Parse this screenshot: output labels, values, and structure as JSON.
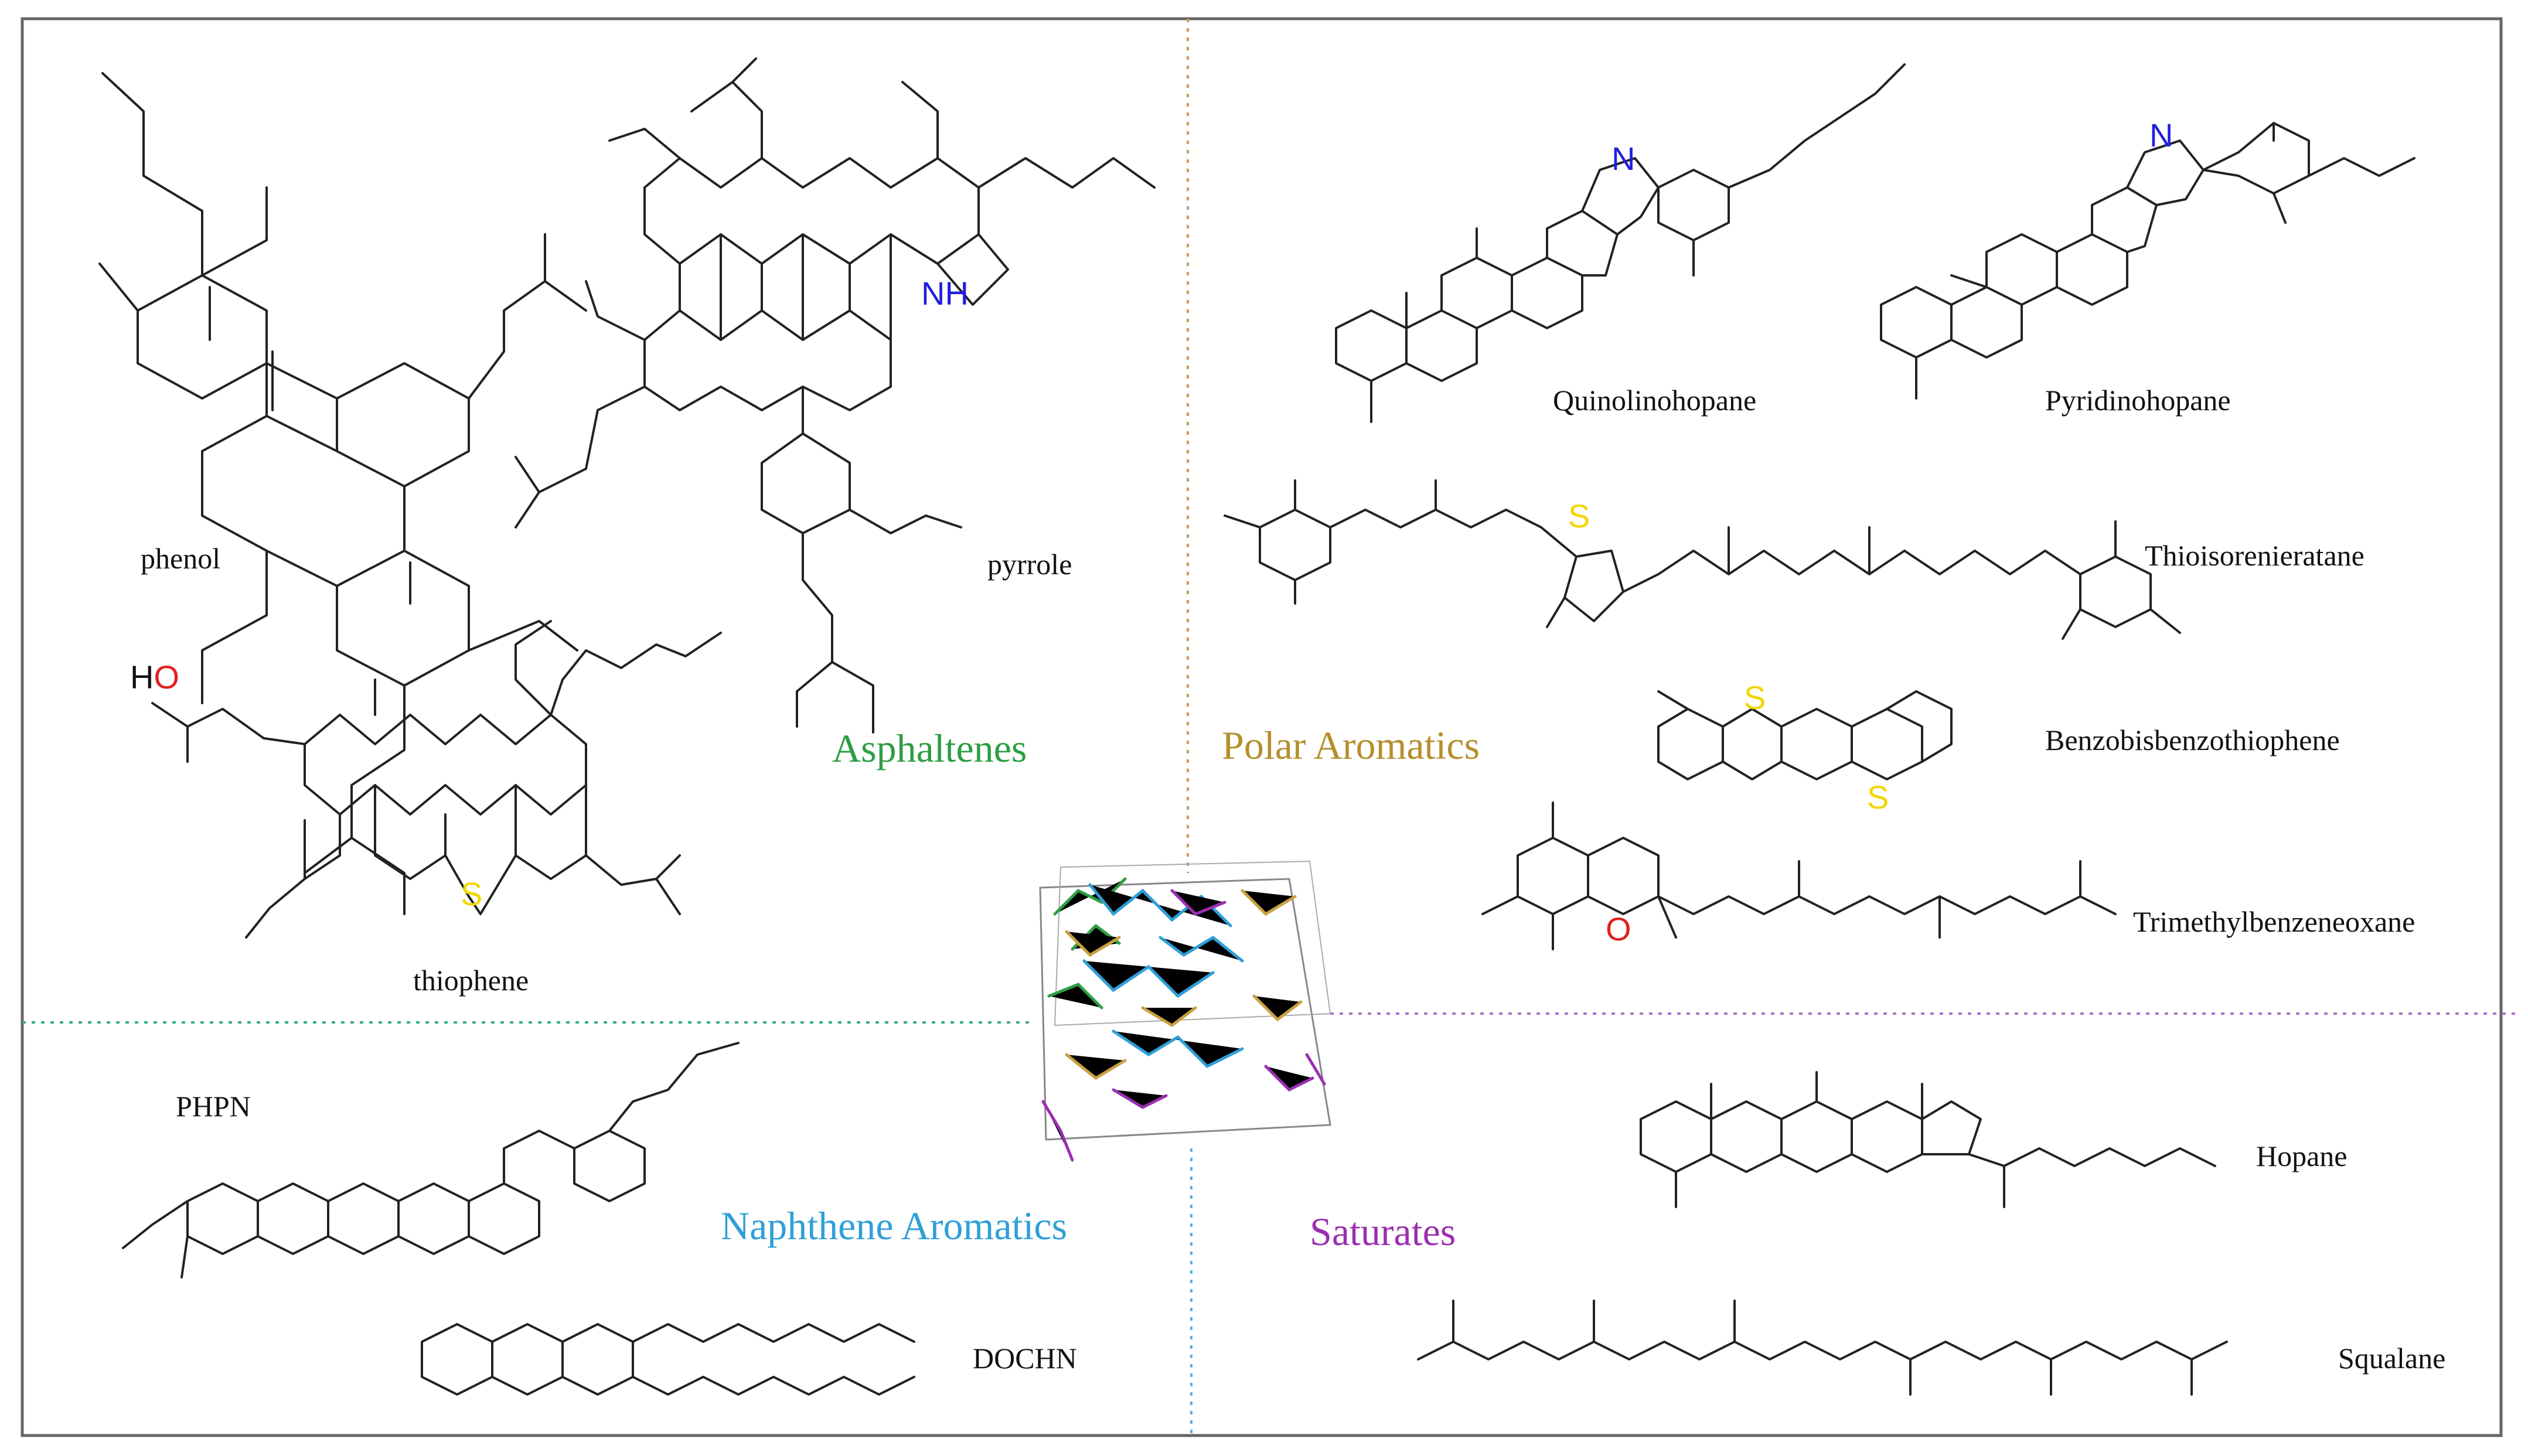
{
  "colors": {
    "asphaltenes": "#2e9e44",
    "polar_aromatics": "#b58f2c",
    "naphthene_aromatics": "#2f9fd8",
    "saturates": "#9a2fb0",
    "nitrogen": "#1f1fe0",
    "oxygen": "#e02020",
    "sulfur": "#f2d600",
    "bond": "#222222",
    "frame": "#666666"
  },
  "groups": {
    "asphaltenes": "Asphaltenes",
    "polar_aromatics": "Polar Aromatics",
    "naphthene_aromatics": "Naphthene Aromatics",
    "saturates": "Saturates"
  },
  "molecules": {
    "phenol": "phenol",
    "pyrrole": "pyrrole",
    "thiophene": "thiophene",
    "quinolinohopane": "Quinolinohopane",
    "pyridinohopane": "Pyridinohopane",
    "thioisorenieratane": "Thioisorenieratane",
    "benzobisbenzothiophene": "Benzobisbenzothiophene",
    "trimethylbenzeneoxane": "Trimethylbenzeneoxane",
    "phpn": "PHPN",
    "dochn": "DOCHN",
    "hopane": "Hopane",
    "squalane": "Squalane"
  },
  "atoms": {
    "ho": "HO",
    "nh": "NH",
    "n": "N",
    "s": "S",
    "o": "O"
  }
}
